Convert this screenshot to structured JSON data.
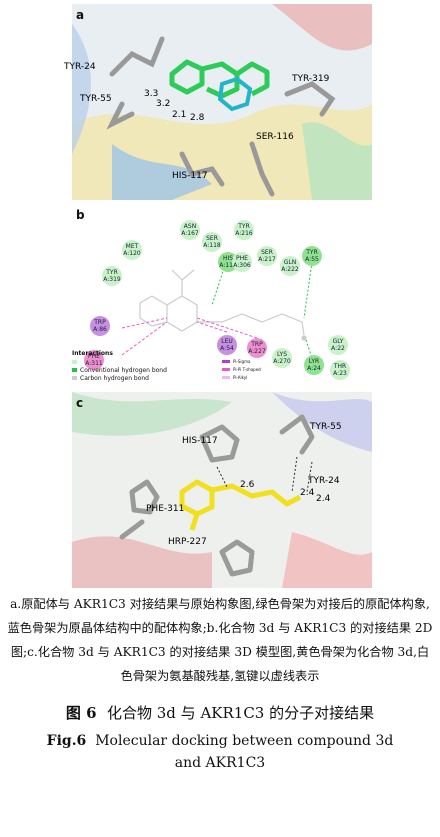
{
  "panels": {
    "a": {
      "label": "a",
      "residues": [
        "TYR-24",
        "TYR-55",
        "TYR-319",
        "HIS-117",
        "SER-116"
      ],
      "distances": [
        "3.3",
        "3.2",
        "2.1",
        "2.8"
      ]
    },
    "b": {
      "label": "b",
      "residues": [
        {
          "name": "ASN",
          "id": "A:167"
        },
        {
          "name": "TYR",
          "id": "A:216"
        },
        {
          "name": "SER",
          "id": "A:118"
        },
        {
          "name": "MET",
          "id": "A:120"
        },
        {
          "name": "HIS",
          "id": "A:117"
        },
        {
          "name": "PHE",
          "id": "A:306"
        },
        {
          "name": "SER",
          "id": "A:217"
        },
        {
          "name": "GLN",
          "id": "A:222"
        },
        {
          "name": "TYR",
          "id": "A:55"
        },
        {
          "name": "TYR",
          "id": "A:319"
        },
        {
          "name": "TRP",
          "id": "A:86"
        },
        {
          "name": "LEU",
          "id": "A:54"
        },
        {
          "name": "TRP",
          "id": "A:227"
        },
        {
          "name": "GLY",
          "id": "A:22"
        },
        {
          "name": "PHE",
          "id": "A:311"
        },
        {
          "name": "LYS",
          "id": "A:270"
        },
        {
          "name": "LYR",
          "id": "A:24"
        },
        {
          "name": "THR",
          "id": "A:23"
        }
      ],
      "legend_title": "Interactions",
      "legend_items": [
        "",
        "Conventional hydrogen bond",
        "Carbon hydrogen bond"
      ],
      "legend_right": [
        "Pi-Sigma",
        "Pi-Pi T-shaped",
        "Pi-Alkyl"
      ]
    },
    "c": {
      "label": "c",
      "residues": [
        "HIS-117",
        "TYR-55",
        "TYR-24",
        "PHE-311",
        "HRP-227"
      ],
      "distances": [
        "2.6",
        "2.4",
        "2.4"
      ]
    }
  },
  "caption": {
    "note": "a.原配体与 AKR1C3 对接结果与原始构象图,绿色骨架为对接后的原配体构象,蓝色骨架为原晶体结构中的配体构象;b.化合物 3d 与 AKR1C3 的对接结果 2D 图;c.化合物 3d 与 AKR1C3 的对接结果 3D 模型图,黄色骨架为化合物 3d,白色骨架为氨基酸残基,氢键以虚线表示",
    "fig_cn_num": "图 6",
    "fig_cn_title": "化合物 3d 与 AKR1C3 的分子对接结果",
    "fig_en_num": "Fig.6",
    "fig_en_title": "Molecular docking between compound 3d and AKR1C3"
  }
}
